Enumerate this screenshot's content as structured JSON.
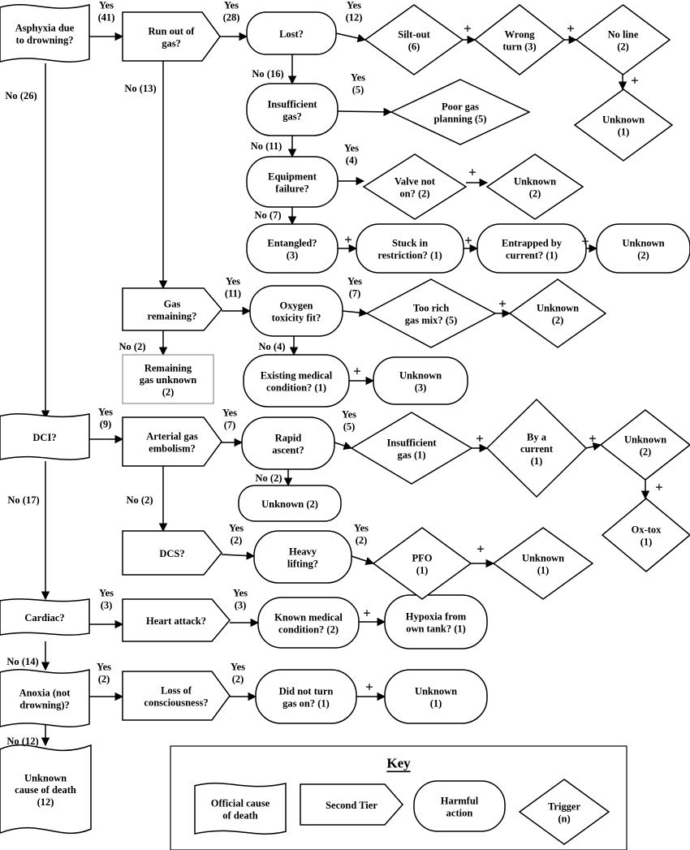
{
  "nodes": {
    "asphyxia": [
      "Asphyxia due",
      "to drowning?"
    ],
    "dci": [
      "DCI?"
    ],
    "cardiac": [
      "Cardiac?"
    ],
    "anoxia": [
      "Anoxia (not",
      "drowning)?"
    ],
    "unknown_cause": [
      "Unknown",
      "cause of death",
      "(12)"
    ],
    "run_out_gas": [
      "Run out of",
      "gas?"
    ],
    "gas_remaining": [
      "Gas",
      "remaining?"
    ],
    "remaining_gas_unknown": [
      "Remaining",
      "gas unknown",
      "(2)"
    ],
    "arterial_gas_embolism": [
      "Arterial gas",
      "embolism?"
    ],
    "dcs": [
      "DCS?"
    ],
    "heart_attack": [
      "Heart attack?"
    ],
    "loss_of_consciousness": [
      "Loss of",
      "consciousness?"
    ],
    "lost": [
      "Lost?"
    ],
    "insufficient_gas": [
      "Insufficient",
      "gas?"
    ],
    "equipment_failure": [
      "Equipment",
      "failure?"
    ],
    "entangled": [
      "Entangled?",
      "(3)"
    ],
    "oxygen_toxicity_fit": [
      "Oxygen",
      "toxicity fit?"
    ],
    "existing_medical_condition": [
      "Existing medical",
      "condition? (1)"
    ],
    "rapid_ascent": [
      "Rapid",
      "ascent?"
    ],
    "rapid_ascent_unknown": [
      "Unknown (2)"
    ],
    "heavy_lifting": [
      "Heavy",
      "lifting?"
    ],
    "known_medical_condition": [
      "Known medical",
      "condition? (2)"
    ],
    "did_not_turn_gas_on": [
      "Did not turn",
      "gas on? (1)"
    ],
    "stuck_in_restriction": [
      "Stuck in",
      "restriction? (1)"
    ],
    "entrapped_by_current": [
      "Entrapped by",
      "current? (1)"
    ],
    "entangled_unknown": [
      "Unknown",
      "(2)"
    ],
    "medical_unknown": [
      "Unknown",
      "(3)"
    ],
    "hypoxia_own_tank": [
      "Hypoxia from",
      "own tank? (1)"
    ],
    "anoxia_unknown": [
      "Unknown",
      "(1)"
    ],
    "silt_out": [
      "Silt-out",
      "(6)"
    ],
    "wrong_turn": [
      "Wrong",
      "turn (3)"
    ],
    "no_line": [
      "No line",
      "(2)"
    ],
    "lost_unknown": [
      "Unknown",
      "(1)"
    ],
    "poor_gas_planning": [
      "Poor gas",
      "planning (5)"
    ],
    "valve_not_on": [
      "Valve not",
      "on? (2)"
    ],
    "valve_unknown": [
      "Unknown",
      "(2)"
    ],
    "too_rich_gas_mix": [
      "Too rich",
      "gas mix? (5)"
    ],
    "oxtox_unknown": [
      "Unknown",
      "(2)"
    ],
    "ascent_insufficient_gas": [
      "Insufficient",
      "gas (1)"
    ],
    "by_a_current": [
      "By a",
      "current",
      "(1)"
    ],
    "current_unknown": [
      "Unknown",
      "(2)"
    ],
    "ox_tox": [
      "Ox-tox",
      "(1)"
    ],
    "pfo": [
      "PFO",
      "(1)"
    ],
    "pfo_unknown": [
      "Unknown",
      "(1)"
    ]
  },
  "edge_labels": {
    "asphyxia_yes": [
      "Yes",
      "(41)"
    ],
    "asphyxia_no": [
      "No (26)"
    ],
    "run_out_yes": [
      "Yes",
      "(28)"
    ],
    "run_out_no": [
      "No (13)"
    ],
    "lost_yes": [
      "Yes",
      "(12)"
    ],
    "lost_no": [
      "No (16)"
    ],
    "insufficient_gas_yes": [
      "Yes",
      "(5)"
    ],
    "insufficient_gas_no": [
      "No (11)"
    ],
    "equipment_yes": [
      "Yes",
      "(4)"
    ],
    "equipment_no": [
      "No (7)"
    ],
    "gas_remaining_yes": [
      "Yes",
      "(11)"
    ],
    "gas_remaining_no": [
      "No (2)"
    ],
    "oxygen_yes": [
      "Yes",
      "(7)"
    ],
    "oxygen_no": [
      "No (4)"
    ],
    "dci_yes": [
      "Yes",
      "(9)"
    ],
    "dci_no": [
      "No (17)"
    ],
    "age_yes": [
      "Yes",
      "(7)"
    ],
    "age_no": [
      "No (2)"
    ],
    "rapid_yes": [
      "Yes",
      "(5)"
    ],
    "rapid_no": [
      "No (2)"
    ],
    "dcs_yes": [
      "Yes",
      "(2)"
    ],
    "heavy_yes": [
      "Yes",
      "(2)"
    ],
    "cardiac_yes": [
      "Yes",
      "(3)"
    ],
    "cardiac_no": [
      "No (14)"
    ],
    "heart_yes": [
      "Yes",
      "(3)"
    ],
    "anoxia_yes": [
      "Yes",
      "(2)"
    ],
    "anoxia_no": [
      "No (12)"
    ],
    "loc_yes": [
      "Yes",
      "(2)"
    ],
    "plus": "+"
  },
  "key": {
    "title": "Key",
    "official_cause": [
      "Official cause",
      "of death"
    ],
    "second_tier": [
      "Second Tier"
    ],
    "harmful_action": [
      "Harmful",
      "action"
    ],
    "trigger": [
      "Trigger",
      "(n)"
    ]
  }
}
